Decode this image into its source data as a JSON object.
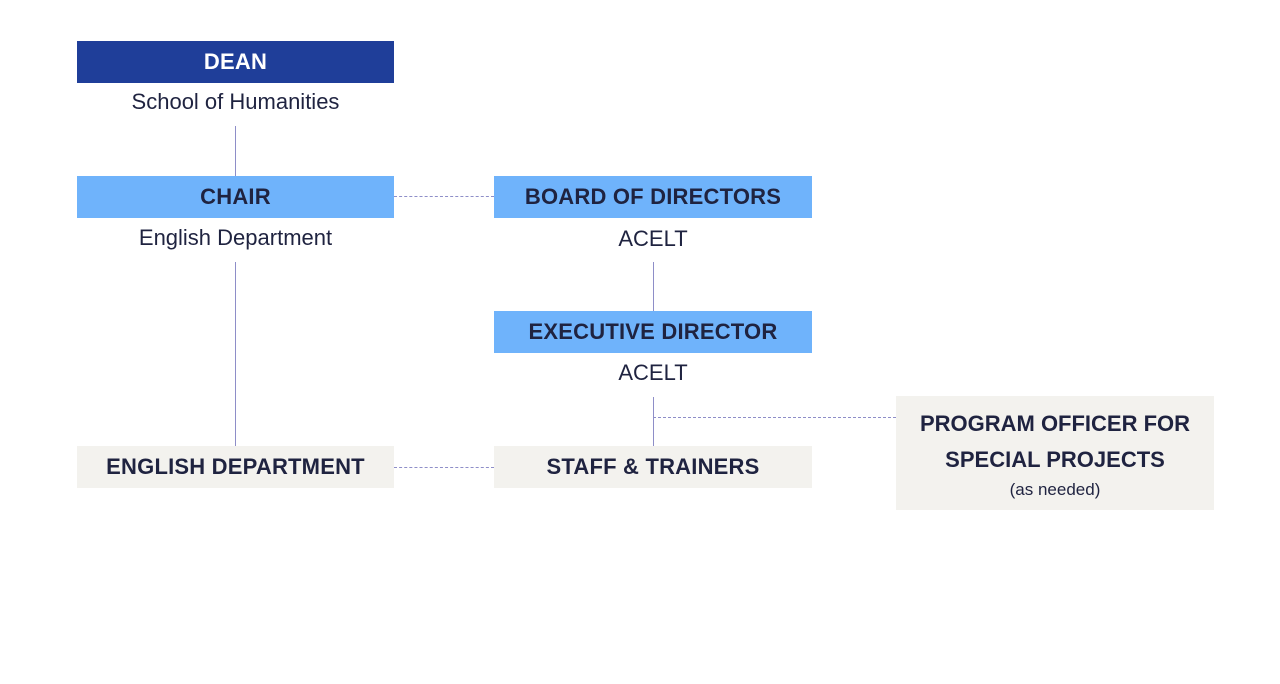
{
  "nodes": {
    "dean": {
      "title": "DEAN",
      "subtitle": "School of Humanities"
    },
    "chair": {
      "title": "CHAIR",
      "subtitle": "English Department"
    },
    "board": {
      "title": "BOARD OF DIRECTORS",
      "subtitle": "ACELT"
    },
    "executive": {
      "title": "EXECUTIVE DIRECTOR",
      "subtitle": "ACELT"
    },
    "english_department": {
      "title": "ENGLISH DEPARTMENT"
    },
    "staff": {
      "title": "STAFF & TRAINERS"
    },
    "program_officer": {
      "title_line1": "PROGRAM OFFICER FOR",
      "title_line2": "SPECIAL PROJECTS",
      "note": "(as needed)"
    }
  },
  "colors": {
    "dean_fill": "#1f3e99",
    "blue_fill": "#6fb3fb",
    "grey_fill": "#f3f2ee",
    "connector": "#8e8ec8",
    "text": "#1f2340"
  }
}
